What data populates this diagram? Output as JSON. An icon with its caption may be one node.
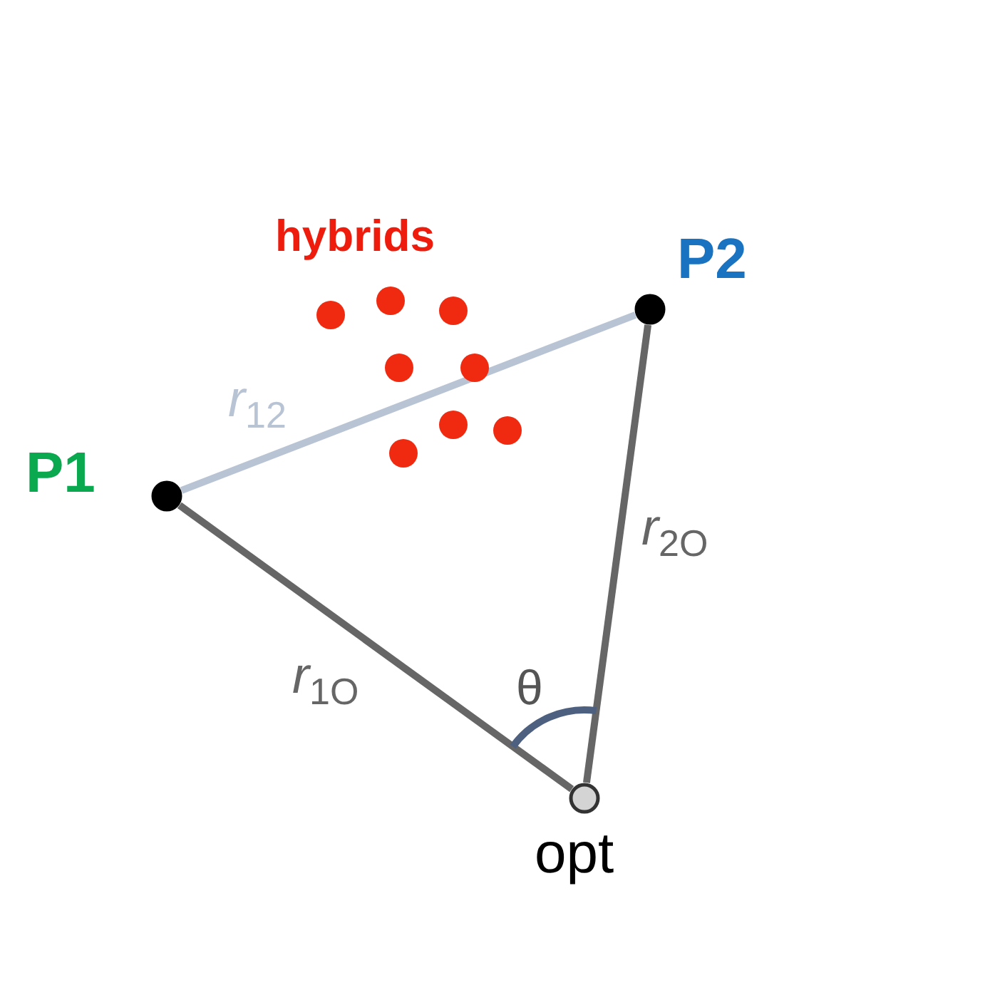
{
  "diagram": {
    "nodes": [
      {
        "text": [],
        "shape": "circle",
        "beside": [
          "P1"
        ]
      },
      {
        "text": [],
        "shape": "circle",
        "beside": [
          "P2"
        ]
      },
      {
        "text": [],
        "shape": "circle",
        "beside": [
          "opt"
        ]
      }
    ],
    "edges": [
      {
        "from": 0,
        "to": 1,
        "arrow": "none",
        "label": "*r*$_{12}$",
        "color": "#b8c4d4"
      },
      {
        "from": 1,
        "to": 2,
        "arrow": "none",
        "label": "*r*$_{2O}$"
      },
      {
        "from": 0,
        "to": 2,
        "arrow": "none",
        "label": "*r*$_{1O}$"
      }
    ],
    "labels": [
      "hybrids",
      "θ"
    ]
  }
}
